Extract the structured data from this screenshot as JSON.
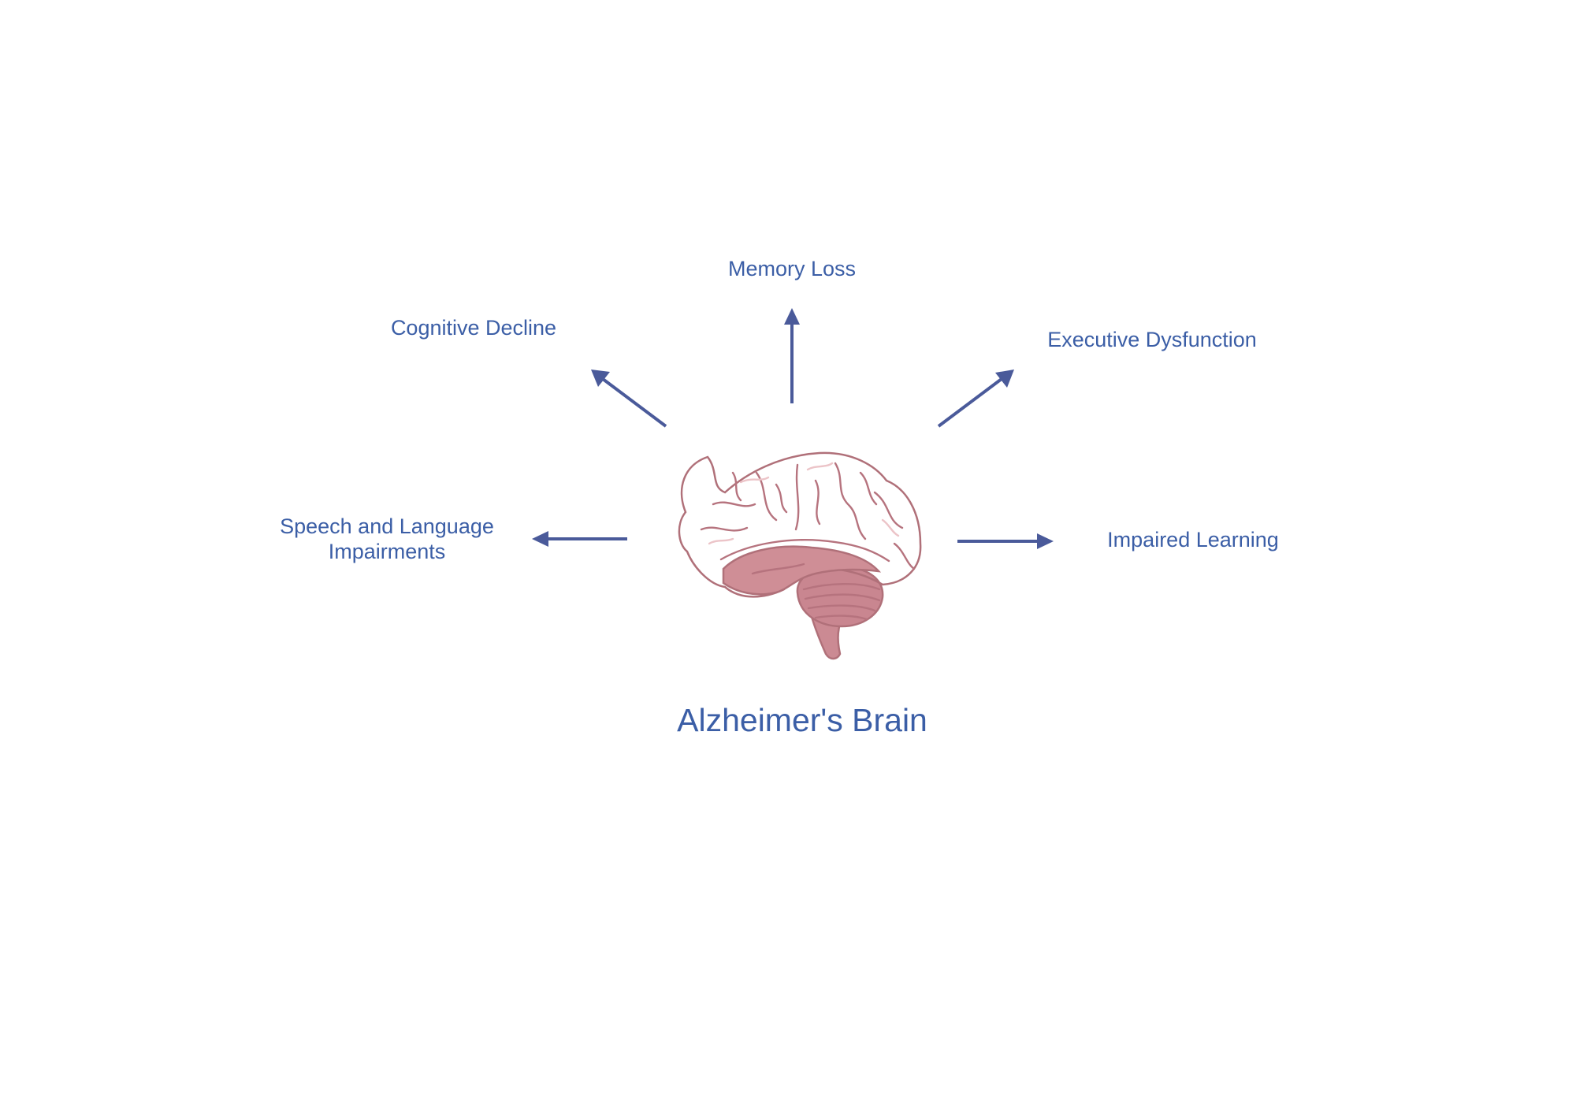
{
  "title": "Alzheimer's Brain",
  "symptoms": {
    "memory_loss": "Memory Loss",
    "cognitive_decline": "Cognitive Decline",
    "executive_dysfunction": "Executive Dysfunction",
    "speech_language_line1": "Speech and Language",
    "speech_language_line2": "Impairments",
    "impaired_learning": "Impaired Learning"
  },
  "colors": {
    "text": "#3b5ea6",
    "arrow": "#4a5a9a",
    "brain": "#d99da3",
    "brain_outline": "#b07079",
    "background": "#ffffff"
  },
  "icons": [
    "brain-icon",
    "arrow-up-icon",
    "arrow-up-left-icon",
    "arrow-up-right-icon",
    "arrow-left-icon",
    "arrow-right-icon"
  ]
}
